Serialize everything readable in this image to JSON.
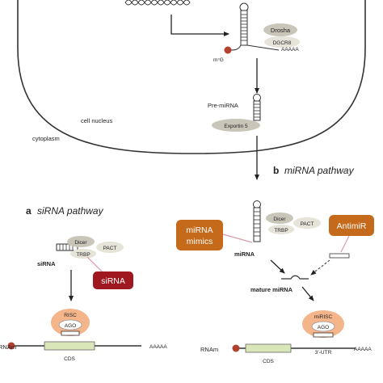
{
  "colors": {
    "orange_box": "#c46a1a",
    "red_box": "#a0181f",
    "protein_grey": "#c9c5b8",
    "protein_light": "#e6e3d8",
    "risc_halo": "#f4b58a",
    "cds_green": "#d9e6b8",
    "cap_red": "#b2422e"
  },
  "nucleus": {
    "drosha": "Drosha",
    "dgcr8": "DGCR8",
    "cap": "m⁷G",
    "polyA": "AAAAA",
    "pre_mirna": "Pre-miRNA",
    "exportin": "Exportin 5",
    "cell_nucleus": "cell nucleus",
    "cytoplasm": "cytoplasm"
  },
  "panel_a": {
    "letter": "a",
    "title": "siRNA pathway",
    "dicer": "Dicer",
    "trbp": "TRBP",
    "pact": "PACT",
    "sirna_label": "siRNA",
    "sirna_box": "siRNA",
    "risc": "RISC",
    "ago": "AGO",
    "rnam": "RNAm",
    "cds": "CDS",
    "polyA": "AAAAA"
  },
  "panel_b": {
    "letter": "b",
    "title": "miRNA pathway",
    "mimics_line1": "miRNA",
    "mimics_line2": "mimics",
    "dicer": "Dicer",
    "trbp": "TRBP",
    "pact": "PACT",
    "antimir": "AntimiR",
    "mirna_label": "miRNA",
    "mature": "mature miRNA",
    "mirisc": "miRISC",
    "ago": "AGO",
    "rnam": "RNAm",
    "cds": "CDS",
    "utr": "3’-UTR",
    "polyA": "AAAAA"
  }
}
